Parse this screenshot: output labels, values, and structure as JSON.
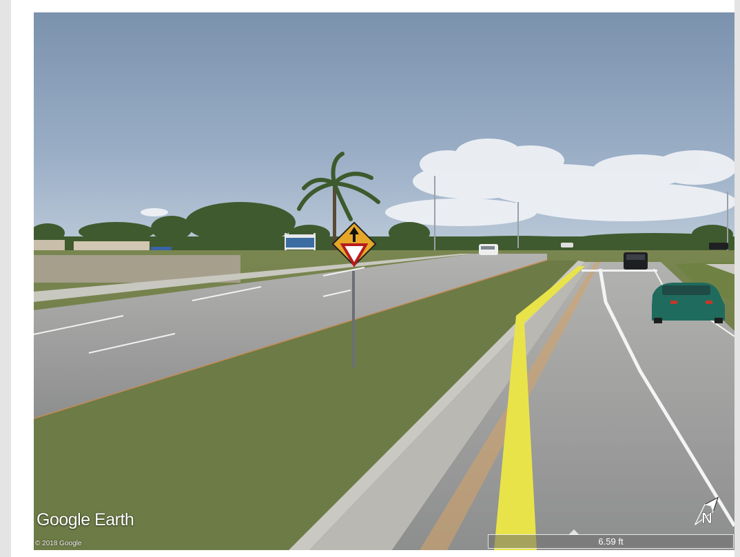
{
  "brand": {
    "label": "Google Earth"
  },
  "copyright": {
    "label": "© 2018 Google"
  },
  "scale": {
    "label": "6.59 ft"
  },
  "compass": {
    "icon": "compass-north-arrow-icon",
    "letter": "N"
  },
  "colors": {
    "sky": "#8aa0bb",
    "grass": "#6b7a45",
    "road": "#9a9b9b",
    "lane_line_yellow": "#e9e34a",
    "sign_yellow": "#e6a728",
    "car_teal": "#1f6b5e"
  }
}
